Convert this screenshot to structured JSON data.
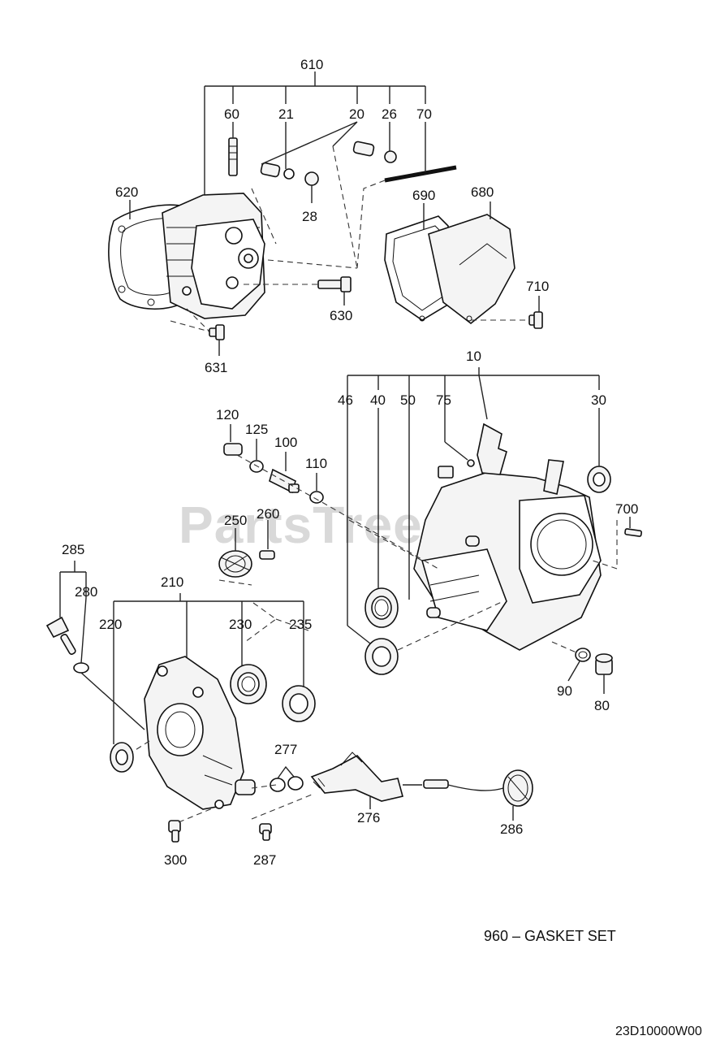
{
  "watermark": {
    "text": "PartsTree",
    "tm": "™"
  },
  "callouts": {
    "c610": "610",
    "c60": "60",
    "c21": "21",
    "c20": "20",
    "c26": "26",
    "c70": "70",
    "c620": "620",
    "c28": "28",
    "c690": "690",
    "c680": "680",
    "c710": "710",
    "c630": "630",
    "c631": "631",
    "c10": "10",
    "c46": "46",
    "c40": "40",
    "c50": "50",
    "c75": "75",
    "c30": "30",
    "c120": "120",
    "c125": "125",
    "c100": "100",
    "c110": "110",
    "c700": "700",
    "c260": "260",
    "c250": "250",
    "c285": "285",
    "c280": "280",
    "c210": "210",
    "c220": "220",
    "c230": "230",
    "c235": "235",
    "c90": "90",
    "c80": "80",
    "c277": "277",
    "c276": "276",
    "c286": "286",
    "c300": "300",
    "c287": "287"
  },
  "footer": {
    "gasket_note": "960 – GASKET SET",
    "drawing_code": "23D10000W00"
  }
}
